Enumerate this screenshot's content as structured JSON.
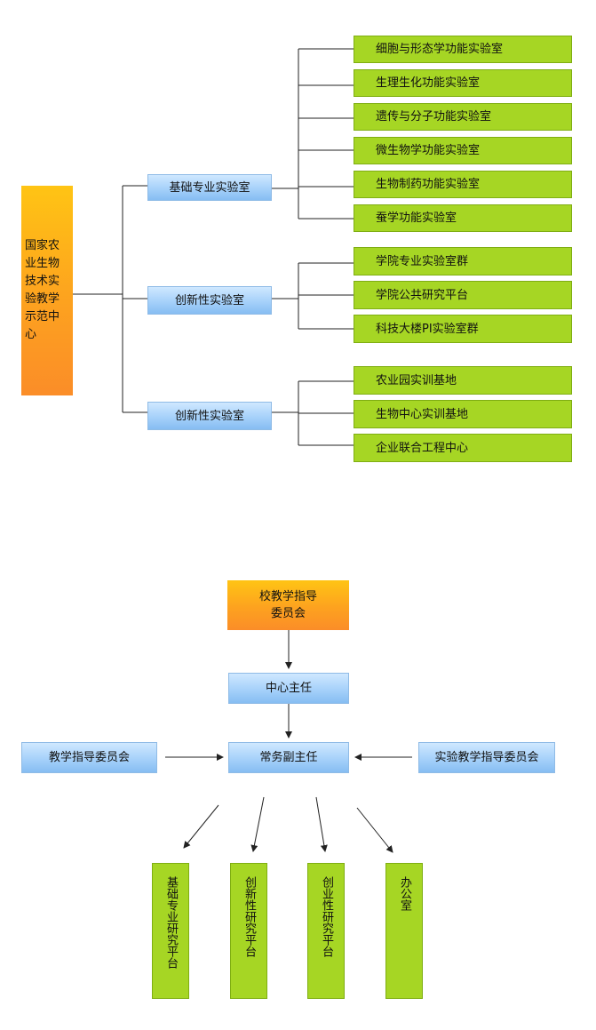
{
  "tree": {
    "root_label": "国家农业生物技术实验教学示范中心",
    "branches": [
      {
        "label": "基础专业实验室",
        "children": [
          "细胞与形态学功能实验室",
          "生理生化功能实验室",
          "遗传与分子功能实验室",
          "微生物学功能实验室",
          "生物制药功能实验室",
          "蚕学功能实验室"
        ]
      },
      {
        "label": "创新性实验室",
        "children": [
          "学院专业实验室群",
          "学院公共研究平台",
          "科技大楼PI实验室群"
        ]
      },
      {
        "label": "创新性实验室",
        "children": [
          "农业园实训基地",
          "生物中心实训基地",
          "企业联合工程中心"
        ]
      }
    ]
  },
  "org": {
    "top_label": "校教学指导委员会",
    "director_label": "中心主任",
    "deputy_label": "常务副主任",
    "left_committee_label": "教学指导委员会",
    "right_committee_label": "实验教学指导委员会",
    "platforms": [
      "基础专业研究平台",
      "创新性研究平台",
      "创业性研究平台",
      "办公室"
    ]
  },
  "colors": {
    "root_fill": "#fda21f",
    "branch_fill": "#a6d1fa",
    "leaf_fill": "#a6d624",
    "line": "#222222"
  }
}
